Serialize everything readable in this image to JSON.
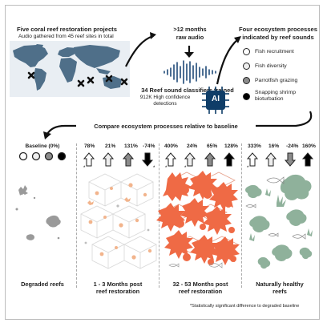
{
  "top": {
    "projects_title": "Five coral reef restoration projects",
    "projects_subtitle": "Audio gathered from 45 reef sites in total",
    "audio_title": ">12 months",
    "audio_subtitle": "raw audio",
    "ai_label": "AI",
    "classifier_title": "34 Reef sound classifiers trained",
    "classifier_subtitle": "912K High confidence detections",
    "process_title_line1": "Four ecosystem processes",
    "process_title_line2": "indicated by reef sounds"
  },
  "legend": [
    {
      "label": "Fish recruitment",
      "fill": "#ffffff"
    },
    {
      "label": "Fish diversity",
      "fill": "#eeeeee"
    },
    {
      "label": "Parrotfish grazing",
      "fill": "#8c8c8c"
    },
    {
      "label": "Snapping shrimp\nbioturbation",
      "fill": "#000000"
    }
  ],
  "compare_label": "Compare ecosystem processes relative to baseline",
  "baseline_label": "Baseline (0%)",
  "panels": [
    {
      "title": "Degraded reefs",
      "values": []
    },
    {
      "title": "1 - 3 Months post\nreef restoration",
      "values": [
        {
          "text": "78%",
          "direction": "up",
          "fill": "#ffffff",
          "significant": true
        },
        {
          "text": "21%",
          "direction": "up",
          "fill": "#eeeeee",
          "significant": false
        },
        {
          "text": "131%",
          "direction": "up",
          "fill": "#8c8c8c",
          "significant": false
        },
        {
          "text": "-74%",
          "direction": "down",
          "fill": "#000000",
          "significant": true
        }
      ]
    },
    {
      "title": "32 - 53 Months post\nreef restoration",
      "values": [
        {
          "text": "400%",
          "direction": "up",
          "fill": "#ffffff",
          "significant": true
        },
        {
          "text": "24%",
          "direction": "up",
          "fill": "#eeeeee",
          "significant": true
        },
        {
          "text": "65%",
          "direction": "up",
          "fill": "#8c8c8c",
          "significant": false
        },
        {
          "text": "128%",
          "direction": "up",
          "fill": "#000000",
          "significant": false
        }
      ]
    },
    {
      "title": "Naturally healthy\nreefs",
      "values": [
        {
          "text": "333%",
          "direction": "up",
          "fill": "#ffffff",
          "significant": true
        },
        {
          "text": "16%",
          "direction": "up",
          "fill": "#eeeeee",
          "significant": false
        },
        {
          "text": "-24%",
          "direction": "down",
          "fill": "#8c8c8c",
          "significant": false
        },
        {
          "text": "160%",
          "direction": "up",
          "fill": "#000000",
          "significant": false
        }
      ]
    }
  ],
  "footnote": "*Statistically significant difference to degraded baseline",
  "colors": {
    "ocean": "#e9eef3",
    "land": "#4f6f89",
    "ai_box": "#0f3d68",
    "young_coral": "#f2b48c",
    "mature_coral": "#ef6a45",
    "healthy_coral": "#8fb19b",
    "degraded": "#9a9a9a"
  }
}
